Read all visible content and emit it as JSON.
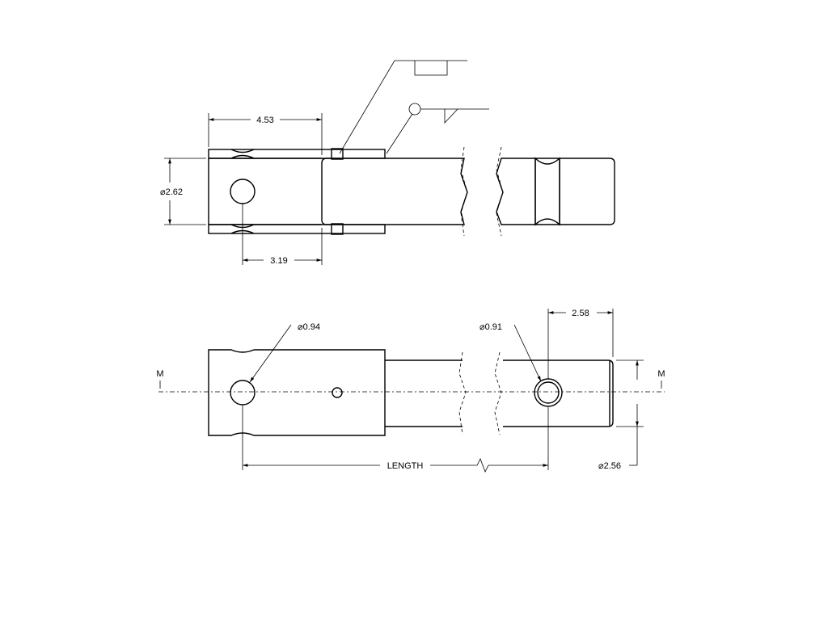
{
  "section_view": {
    "dim_shell_length": "4.53",
    "dim_diameter": "⌀2.62",
    "dim_hole_offset": "3.19"
  },
  "plan_view": {
    "dim_hole_left": "⌀0.94",
    "dim_hole_right": "⌀0.91",
    "dim_end_length": "2.58",
    "dim_end_diameter": "⌀2.56",
    "dim_length": "LENGTH",
    "section_mark_left": "M",
    "section_mark_right": "M"
  }
}
